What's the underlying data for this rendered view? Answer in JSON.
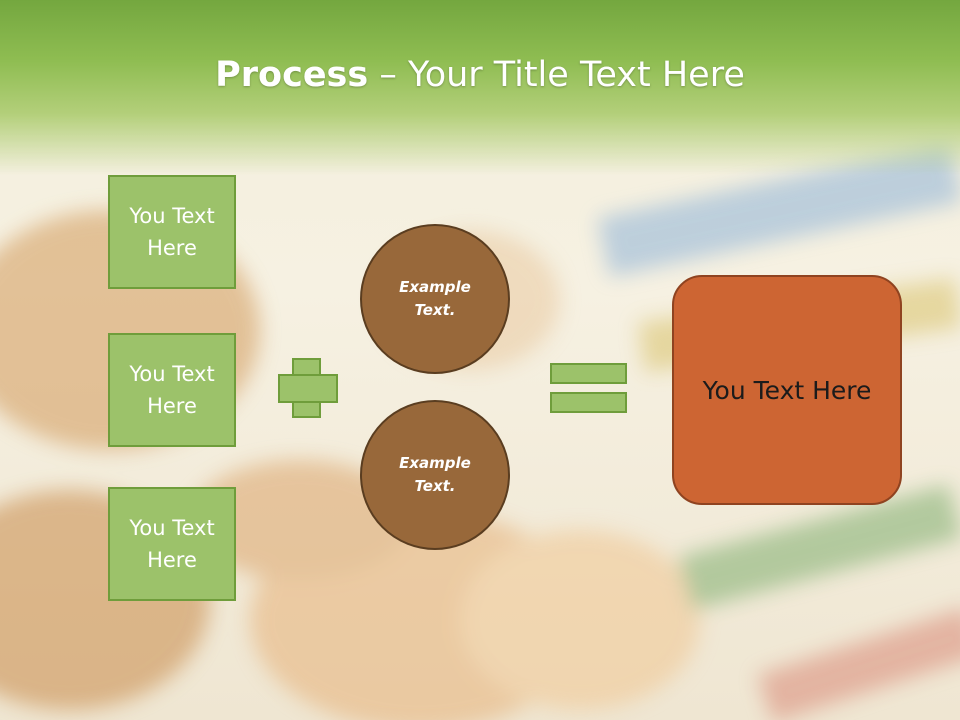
{
  "title": {
    "bold": "Process",
    "rest": " – Your Title Text Here"
  },
  "left_boxes": [
    {
      "label": "You Text Here"
    },
    {
      "label": "You Text Here"
    },
    {
      "label": "You Text Here"
    }
  ],
  "circles": [
    {
      "label": "Example Text."
    },
    {
      "label": "Example Text."
    }
  ],
  "result": {
    "label": "You Text Here"
  },
  "colors": {
    "header_green": "#74a73f",
    "box_green": "#9cc26a",
    "circle_brown": "#98683a",
    "result_orange": "#cd6533"
  }
}
